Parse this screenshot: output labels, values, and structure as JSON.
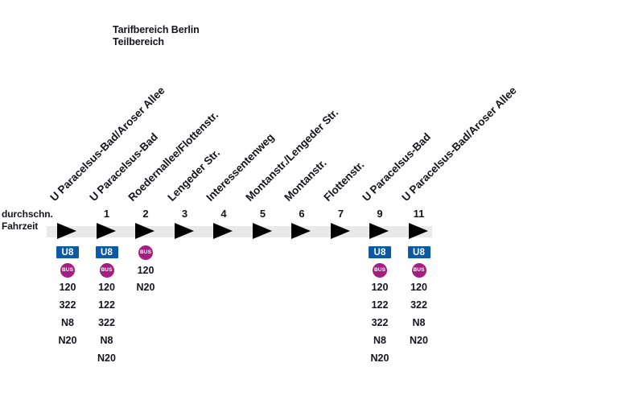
{
  "header": {
    "line1": "Tarifbereich Berlin",
    "line2": "Teilbereich"
  },
  "left_label": {
    "line1": "durchschn.",
    "line2": "Fahrzeit"
  },
  "colors": {
    "u8_blue": "#0e59a6",
    "bus_magenta": "#a51f82",
    "band_gray": "#e9e9e9",
    "ink": "#15151d"
  },
  "stops": [
    {
      "name": "U Paracelsus-Bad/Aroser Allee",
      "time": "",
      "connections": [
        "U8",
        "BUS",
        "120",
        "322",
        "N8",
        "N20"
      ]
    },
    {
      "name": "U Paracelsus-Bad",
      "time": "1",
      "connections": [
        "U8",
        "BUS",
        "120",
        "122",
        "322",
        "N8",
        "N20"
      ]
    },
    {
      "name": "Roedernallee/Flottenstr.",
      "time": "2",
      "connections": [
        "BUS",
        "120",
        "N20"
      ]
    },
    {
      "name": "Lengeder Str.",
      "time": "3",
      "connections": []
    },
    {
      "name": "Interessentenweg",
      "time": "4",
      "connections": []
    },
    {
      "name": "Montanstr./Lengeder Str.",
      "time": "5",
      "connections": []
    },
    {
      "name": "Montanstr.",
      "time": "6",
      "connections": []
    },
    {
      "name": "Flottenstr.",
      "time": "7",
      "connections": []
    },
    {
      "name": "U Paracelsus-Bad",
      "time": "9",
      "connections": [
        "U8",
        "BUS",
        "120",
        "122",
        "322",
        "N8",
        "N20"
      ]
    },
    {
      "name": "U Paracelsus-Bad/Aroser Allee",
      "time": "11",
      "connections": [
        "U8",
        "BUS",
        "120",
        "322",
        "N8",
        "N20"
      ]
    }
  ]
}
